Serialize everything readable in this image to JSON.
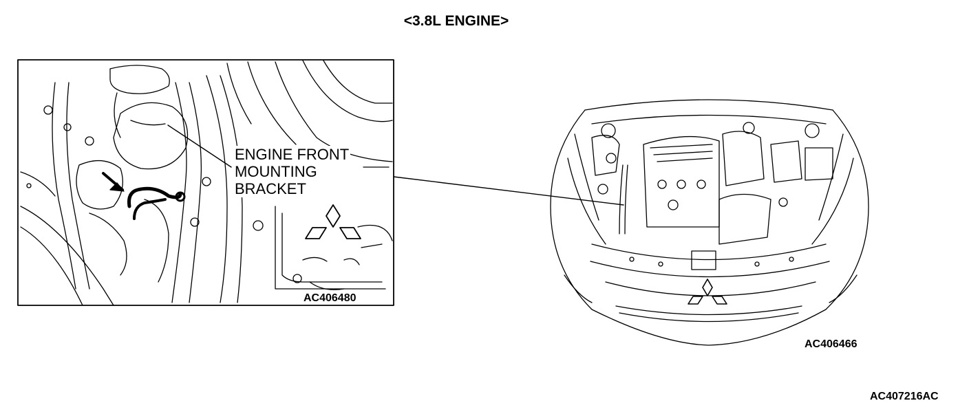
{
  "title": "<3.8L ENGINE>",
  "callout": {
    "line1": "ENGINE FRONT",
    "line2": "MOUNTING",
    "line3": "BRACKET"
  },
  "codes": {
    "detail": "AC406480",
    "overview": "AC406466",
    "figure": "AC407216AC"
  }
}
